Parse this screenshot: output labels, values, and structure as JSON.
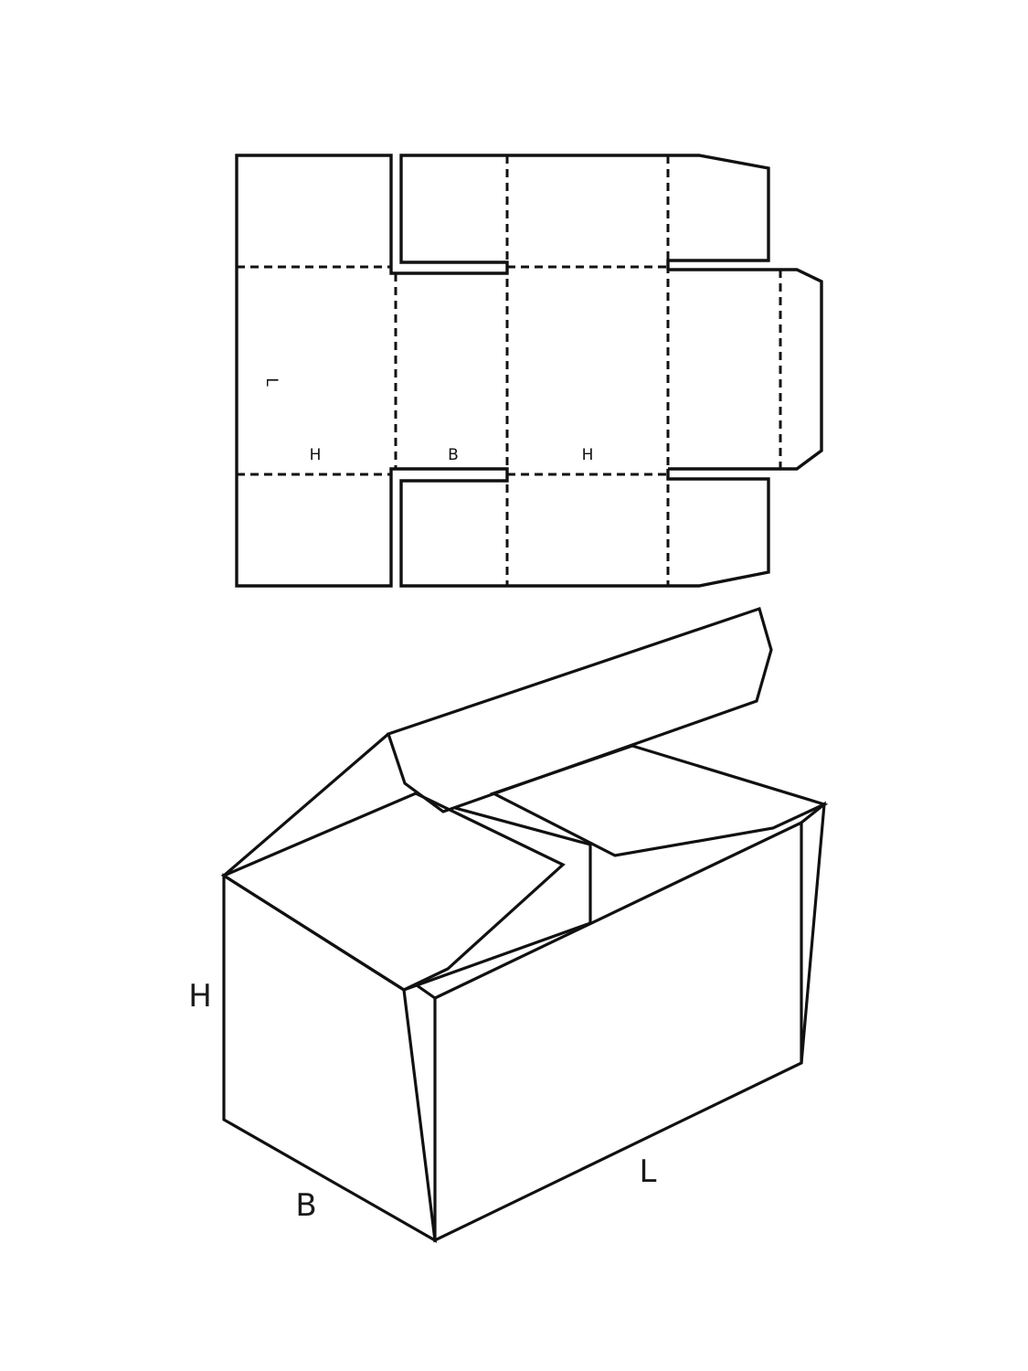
{
  "net": {
    "labels": {
      "length": "L",
      "height_left": "H",
      "breadth": "B",
      "height_right": "H"
    }
  },
  "box": {
    "labels": {
      "height": "H",
      "breadth": "B",
      "length": "L"
    }
  }
}
